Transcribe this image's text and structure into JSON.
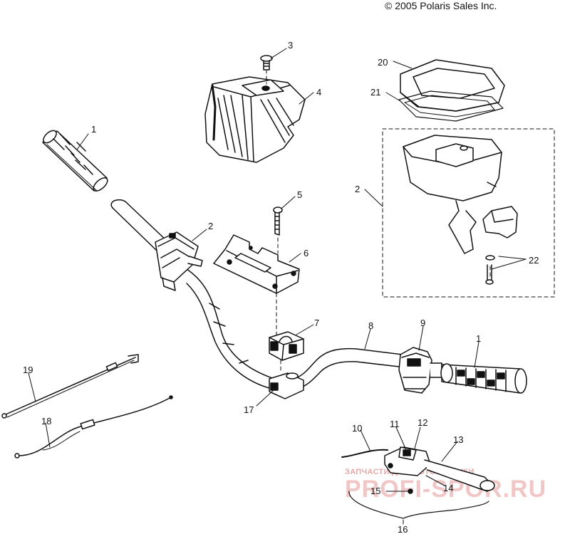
{
  "copyright": "© 2005 Polaris Sales Inc.",
  "watermark": {
    "line1": "ЗАПЧАСТИ ДЛЯ МОТОТЕХНИКИ",
    "line2": "PROFI-SPOR.RU"
  },
  "callouts": {
    "c1a": "1",
    "c1b": "1",
    "c2a": "2",
    "c2b": "2",
    "c3": "3",
    "c4": "4",
    "c5": "5",
    "c6": "6",
    "c7": "7",
    "c8": "8",
    "c9": "9",
    "c10": "10",
    "c11": "11",
    "c12": "12",
    "c13": "13",
    "c14": "14",
    "c15": "15",
    "c16": "16",
    "c17": "17",
    "c18": "18",
    "c19": "19",
    "c20": "20",
    "c21": "21",
    "c22": "22"
  }
}
